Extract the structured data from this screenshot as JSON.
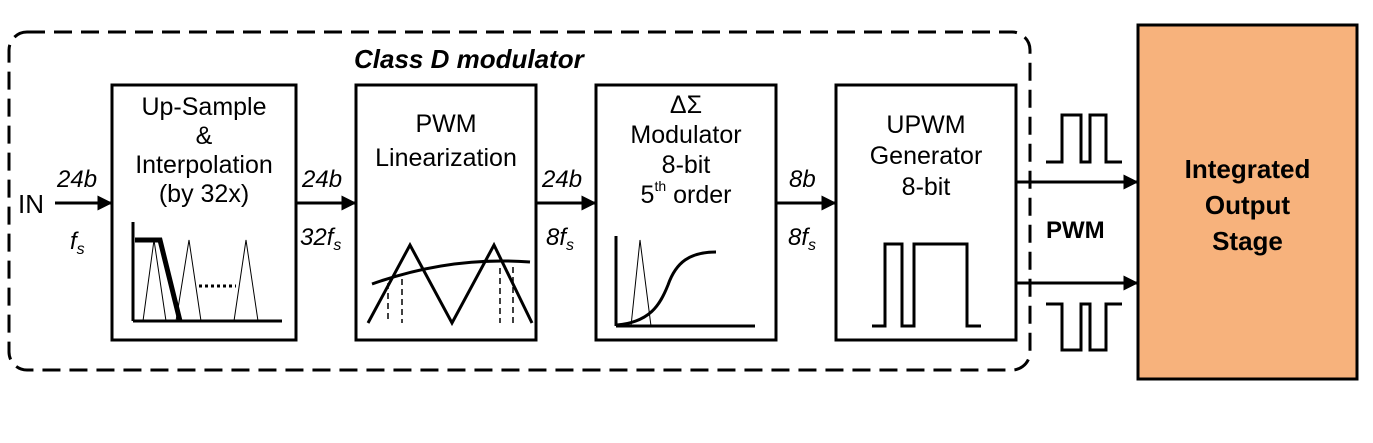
{
  "title": "Class D modulator",
  "input": {
    "label": "IN",
    "bits": "24b",
    "rate_base": "f",
    "rate_sub": "s"
  },
  "blocks": {
    "upsample": {
      "line1": "Up-Sample",
      "line2": "&",
      "line3": "Interpolation",
      "line4": "(by 32x)"
    },
    "pwm_lin": {
      "line1": "PWM",
      "line2": "Linearization"
    },
    "dsm": {
      "line1": "ΔΣ",
      "line2": "Modulator",
      "line3": "8-bit",
      "line4_num": "5",
      "line4_sup": "th",
      "line4_rest": " order"
    },
    "upwm": {
      "line1": "UPWM",
      "line2": "Generator",
      "line3": "8-bit"
    }
  },
  "links": {
    "l1": {
      "bits": "24b",
      "rate_pre": "32",
      "rate_base": "f",
      "rate_sub": "s"
    },
    "l2": {
      "bits": "24b",
      "rate_pre": "8",
      "rate_base": "f",
      "rate_sub": "s"
    },
    "l3": {
      "bits": "8b",
      "rate_pre": "8",
      "rate_base": "f",
      "rate_sub": "s"
    }
  },
  "pwm_label": "PWM",
  "output_stage": {
    "line1": "Integrated",
    "line2": "Output",
    "line3": "Stage"
  },
  "colors": {
    "output_fill": "#F7B27C",
    "stroke": "#000000"
  }
}
